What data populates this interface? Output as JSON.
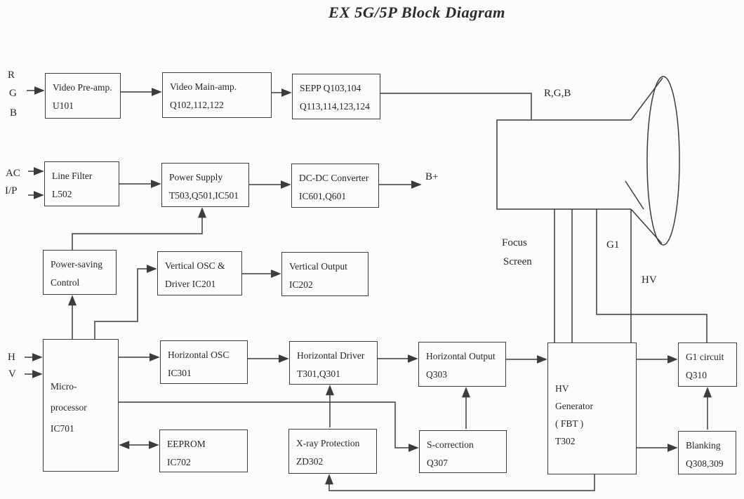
{
  "title": "EX 5G/5P Block Diagram",
  "inputs": {
    "r": "R",
    "g": "G",
    "b": "B",
    "ac": "AC",
    "ip": "I/P",
    "h": "H",
    "v": "V"
  },
  "outputs": {
    "b_plus": "B+"
  },
  "crt_labels": {
    "rgb": "R,G,B",
    "focus": "Focus",
    "screen": "Screen",
    "g1": "G1",
    "hv": "HV"
  },
  "blocks": {
    "video_preamp": {
      "lines": [
        "Video Pre-amp.",
        "U101"
      ]
    },
    "video_mainamp": {
      "lines": [
        "Video Main-amp.",
        "Q102,112,122"
      ]
    },
    "sepp": {
      "lines": [
        "SEPP Q103,104",
        "Q113,114,123,124"
      ]
    },
    "line_filter": {
      "lines": [
        "Line Filter",
        "L502"
      ]
    },
    "power_supply": {
      "lines": [
        "Power Supply",
        "T503,Q501,IC501"
      ]
    },
    "dc_dc_converter": {
      "lines": [
        "DC-DC Converter",
        "IC601,Q601"
      ]
    },
    "power_saving": {
      "lines": [
        "Power-saving",
        "Control"
      ]
    },
    "vertical_osc": {
      "lines": [
        "Vertical OSC &",
        "Driver IC201"
      ]
    },
    "vertical_output": {
      "lines": [
        "Vertical Output",
        "IC202"
      ]
    },
    "microprocessor": {
      "lines": [
        "Micro-",
        "processor",
        "IC701"
      ]
    },
    "horizontal_osc": {
      "lines": [
        "Horizontal OSC",
        "IC301"
      ]
    },
    "horizontal_driver": {
      "lines": [
        "Horizontal Driver",
        "T301,Q301"
      ]
    },
    "horizontal_output": {
      "lines": [
        "Horizontal Output",
        "Q303"
      ]
    },
    "hv_generator": {
      "lines": [
        "HV",
        "Generator",
        "( FBT )",
        "T302"
      ]
    },
    "g1_circuit": {
      "lines": [
        "G1 circuit",
        "Q310"
      ]
    },
    "blanking": {
      "lines": [
        "Blanking",
        "Q308,309"
      ]
    },
    "eeprom": {
      "lines": [
        "EEPROM",
        "IC702"
      ]
    },
    "xray_protection": {
      "lines": [
        "X-ray Protection",
        "ZD302"
      ]
    },
    "s_correction": {
      "lines": [
        "S-correction",
        "Q307"
      ]
    }
  },
  "colors": {
    "ink": "#3c3c3c",
    "text": "#262626",
    "background": "#fcfcfb"
  }
}
